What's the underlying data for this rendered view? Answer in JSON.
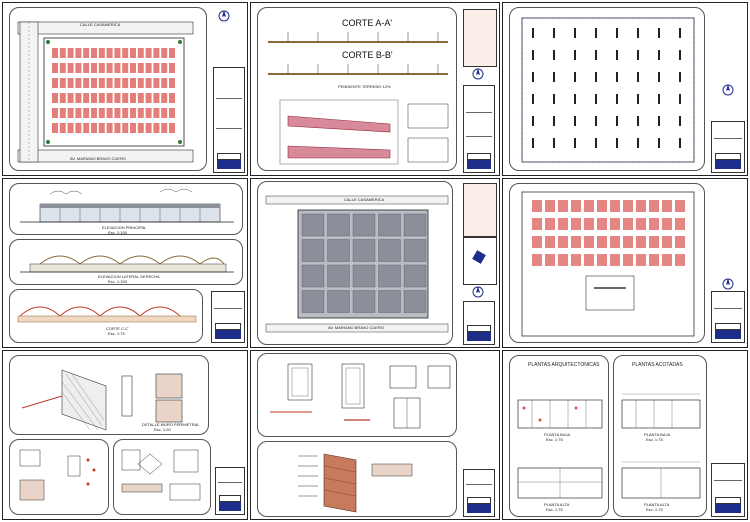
{
  "sheets": {
    "site_plan": {
      "street_top": "CALLE CASAMERICA",
      "street_bottom": "AV. MARIANO BRAVO CUERO"
    },
    "sections": {
      "section_a": "CORTE A-A'",
      "section_b": "CORTE B-B'",
      "sub_note": "PENDIENTE TERRENO 12%"
    },
    "elevations": {
      "main": "ELEVACION PRINCIPAL",
      "main_scale": "Esc. 1:100",
      "right": "ELEVACION LATERAL DERECHA",
      "right_scale": "Esc. 1:100",
      "section": "CORTE C-C'",
      "section_scale": "Esc. 1:75"
    },
    "roof_plan": {
      "street_top": "CALLE CASAMERICA",
      "street_bottom": "AV. MARIANO BRAVO CUERO"
    },
    "fence_detail": {
      "title": "DETALLE MURO PERIMETRAL",
      "scale": "Esc. 1:20"
    },
    "floor_plans": {
      "architectural": "PLANTAS ARQUITECTONICAS",
      "dimensioned": "PLANTAS ACOTADAS",
      "ground_a": "PLANTA BAJA",
      "ground_a_scale": "Esc. 1:75",
      "upper_a": "PLANTA ALTA",
      "upper_a_scale": "Esc. 1:75",
      "ground_b": "PLANTA BAJA",
      "ground_b_scale": "Esc. 1:75",
      "upper_b": "PLANTA ALTA",
      "upper_b_scale": "Esc. 1:75"
    }
  },
  "colors": {
    "red_hatch": "#d9534f",
    "blue_accent": "#1f2d8a",
    "steel_grey": "#8a8f99",
    "pink_section": "#d98a9a"
  }
}
